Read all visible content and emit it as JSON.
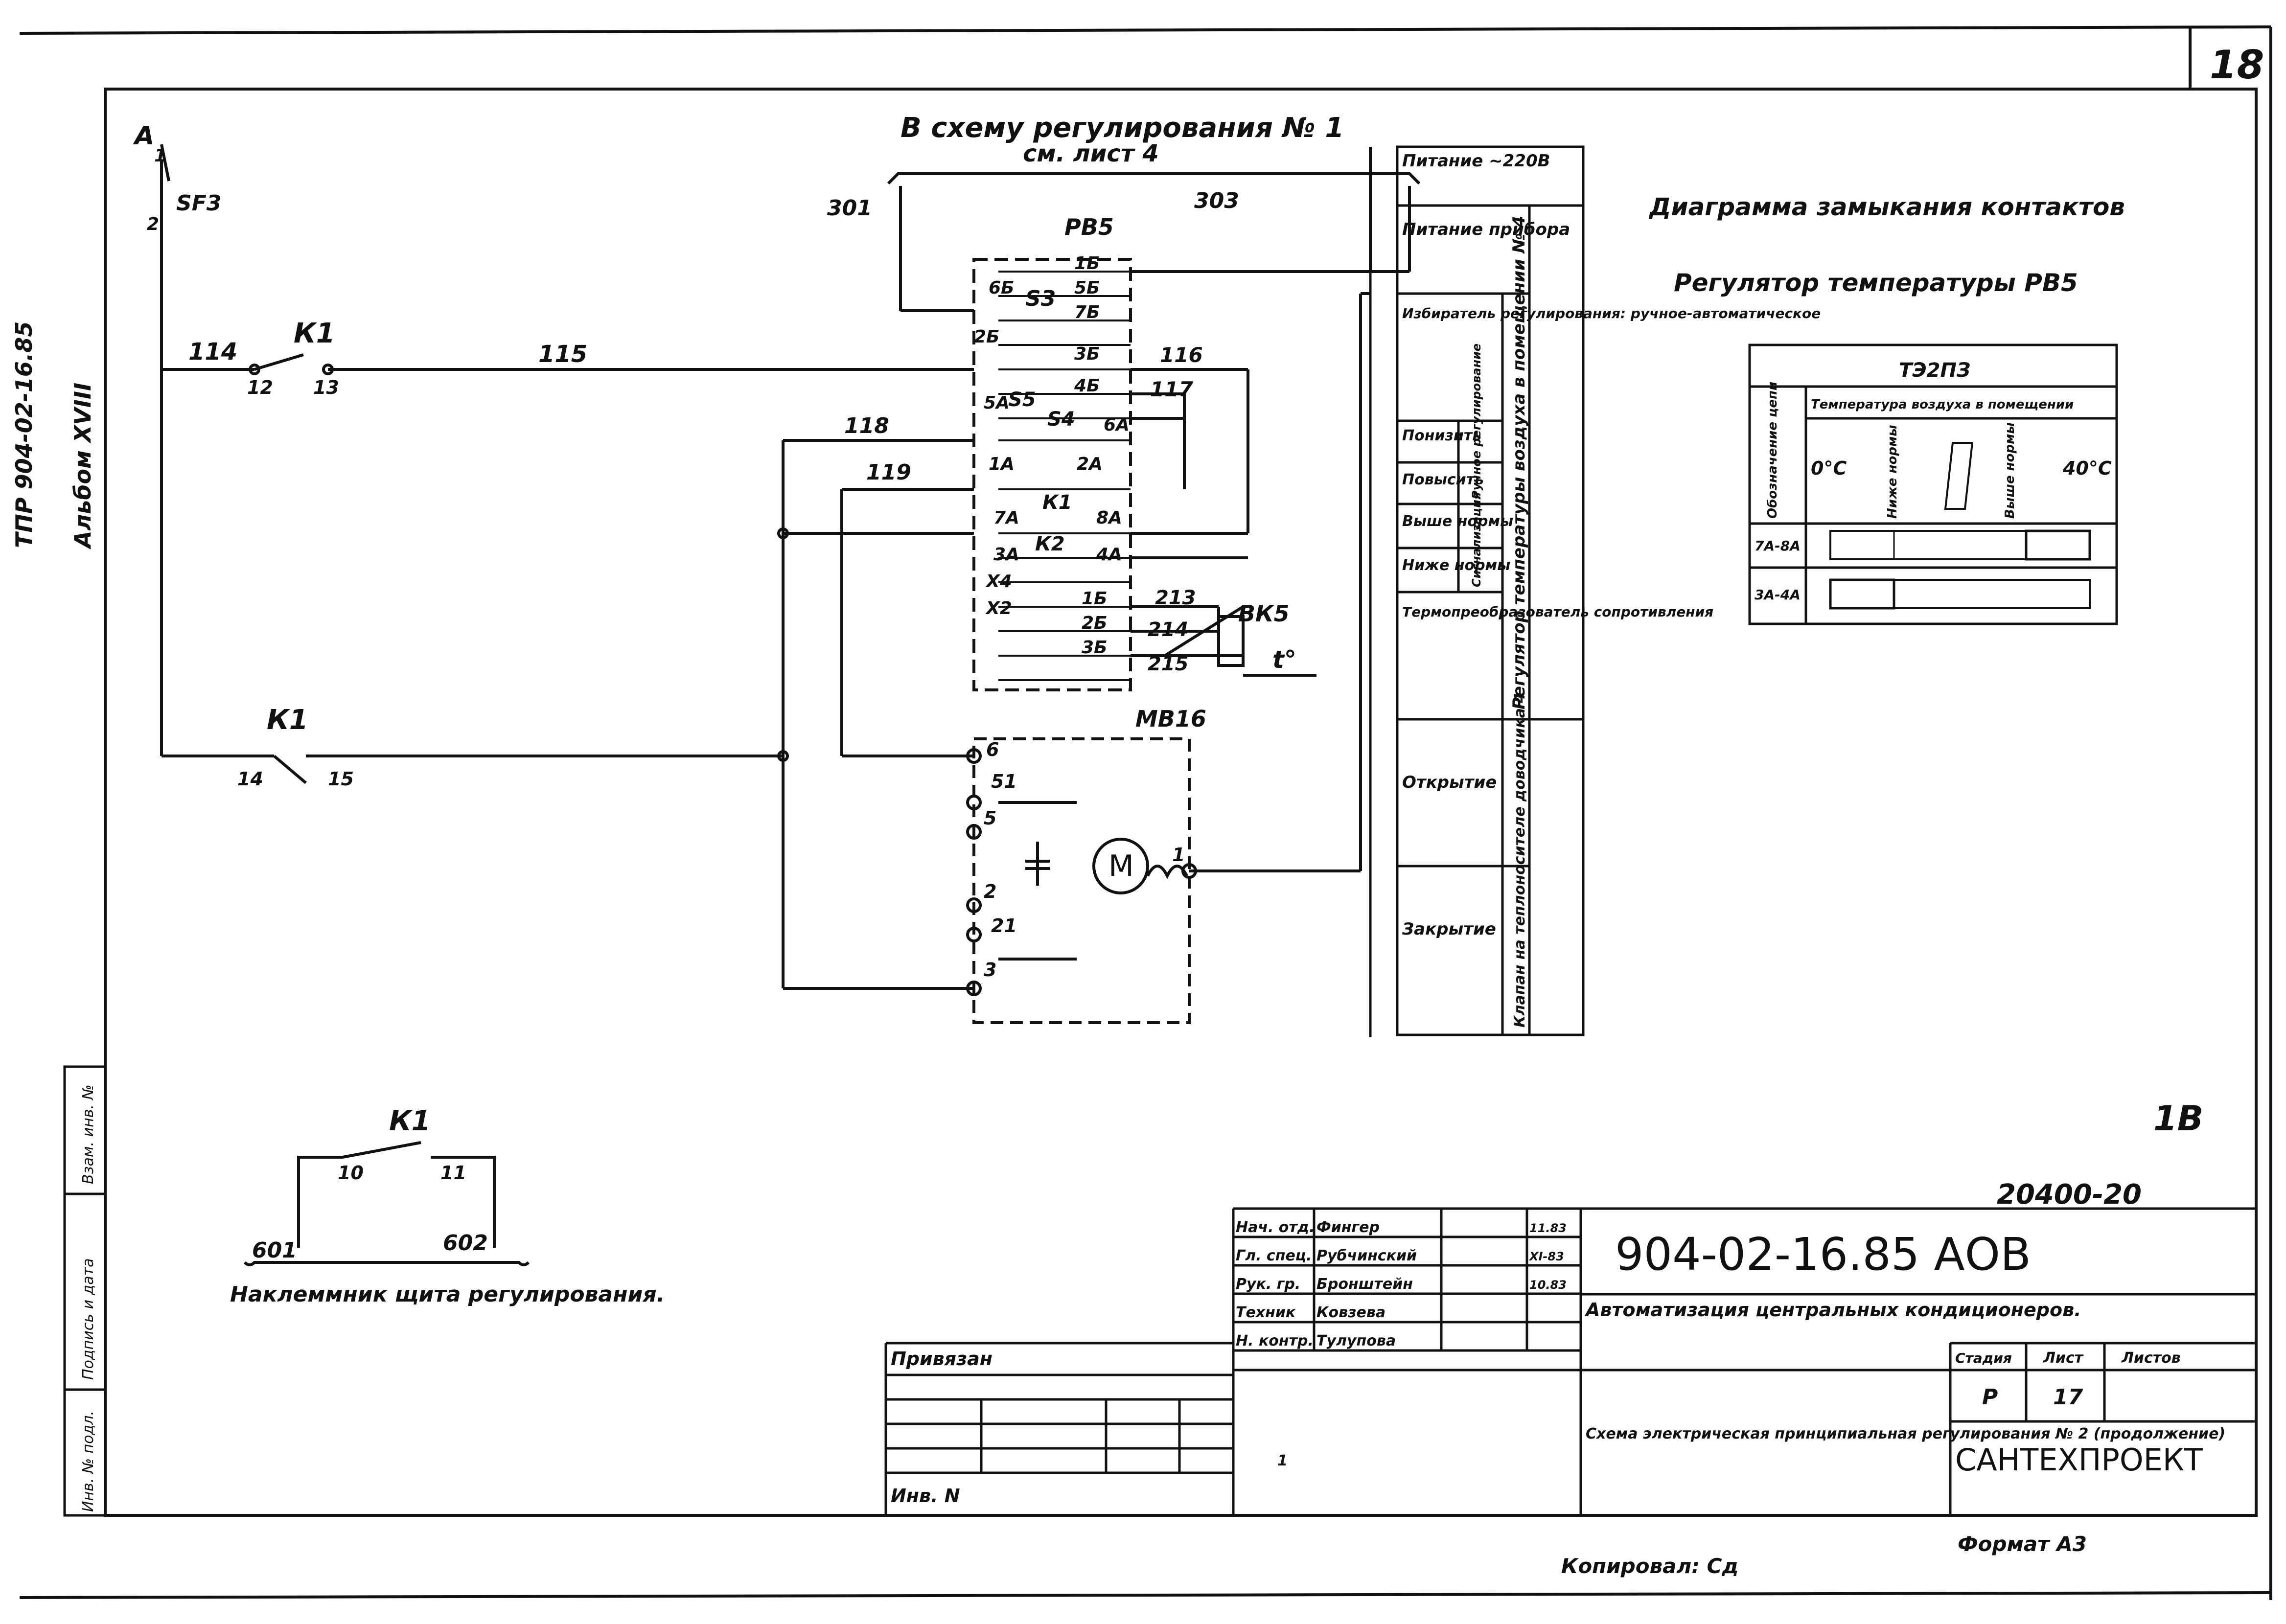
{
  "sheet": {
    "page_number": "18",
    "sheet_mark": "1B",
    "archive_number": "20400-20",
    "designation": "904-02-16.85 АОВ",
    "project_title": "Автоматизация центральных кондиционеров.",
    "drawing_title": "Схема электрическая принципиальная регулирования № 2 (продолжение)",
    "organization": "САНТЕХПРОЕКТ",
    "stage_label": "Стадия",
    "sheet_label": "Лист",
    "sheets_label": "Листов",
    "stage": "Р",
    "sheet": "17",
    "format": "Формат А3",
    "copied_by": "Копировал: Сд",
    "attached": "Привязан",
    "inv_no": "Инв. N",
    "small_cell": "1"
  },
  "left_margin": {
    "album_code": "ТПР 904-02-16.85",
    "album": "Альбом XVIII",
    "stamp_1": "Инв. № подл.",
    "stamp_2": "Подпись и дата",
    "stamp_3": "Взам. инв. №"
  },
  "signatures": [
    {
      "role": "Нач. отд.",
      "name": "Фингер",
      "date": "11.83"
    },
    {
      "role": "Гл. спец.",
      "name": "Рубчинский",
      "date": "XI-83"
    },
    {
      "role": "Рук. гр.",
      "name": "Бронштейн",
      "date": "10.83"
    },
    {
      "role": "Техник",
      "name": "Ковзева",
      "date": ""
    },
    {
      "role": "Н. контр.",
      "name": "Тулупова",
      "date": ""
    }
  ],
  "schematic": {
    "top_note_1": "В схему регулирования № 1",
    "top_note_2": "см. лист 4",
    "device_rb5": "РВ5",
    "device_mb16": "МВ16",
    "device_bk5": "ВК5",
    "breaker": "SF3",
    "phase": "А",
    "relay_k1": "К1",
    "relay_k2": "К2",
    "sw_s3": "S3",
    "sw_s4": "S4",
    "sw_s5": "S5",
    "motor": "М",
    "temp_symbol": "t°",
    "wires": [
      "301",
      "303",
      "114",
      "115",
      "116",
      "117",
      "118",
      "119",
      "213",
      "214",
      "215",
      "601",
      "602"
    ],
    "nodes": [
      "1",
      "2",
      "12",
      "13",
      "14",
      "15",
      "10",
      "11"
    ],
    "terminals_rb5": [
      "1Б",
      "5Б",
      "7Б",
      "3Б",
      "4Б",
      "6Б",
      "2Б",
      "1А",
      "2А",
      "5А",
      "6А",
      "7А",
      "8А",
      "3А",
      "4А",
      "Х4",
      "Х2",
      "1Б",
      "2Б",
      "3Б"
    ],
    "terminals_mb16": [
      "6",
      "5",
      "51",
      "2",
      "21",
      "3",
      "1"
    ],
    "terminal_note": "Наклеммник щита регулирования."
  },
  "legend_column": {
    "items": [
      "Питание ~220В",
      "Питание прибора",
      "Избиратель регулирования: ручное-автоматическое",
      "Понизить",
      "Повысить",
      "Выше нормы",
      "Ниже нормы",
      "Термопреобразователь сопротивления",
      "Открытие",
      "Закрытие"
    ],
    "sub_manual": "Ручное регулирование",
    "sub_signal": "Сигнализация",
    "group_1": "Регулятор температуры воздуха в помещении № 4",
    "group_2": "Клапан на теплоносителе доводчика 4"
  },
  "contact_diagram": {
    "title": "Диаграмма замыкания контактов",
    "subtitle": "Регулятор температуры РВ5",
    "header": "ТЭ2ПЗ",
    "col_circuit": "Обозначение цепи",
    "col_temp": "Температура воздуха в помещении",
    "t_min": "0°С",
    "t_max": "40°С",
    "below": "Ниже нормы",
    "above": "Выше нормы",
    "rows": [
      {
        "circuit": "7А-8А",
        "closed": "above"
      },
      {
        "circuit": "3А-4А",
        "closed": "below"
      }
    ]
  }
}
